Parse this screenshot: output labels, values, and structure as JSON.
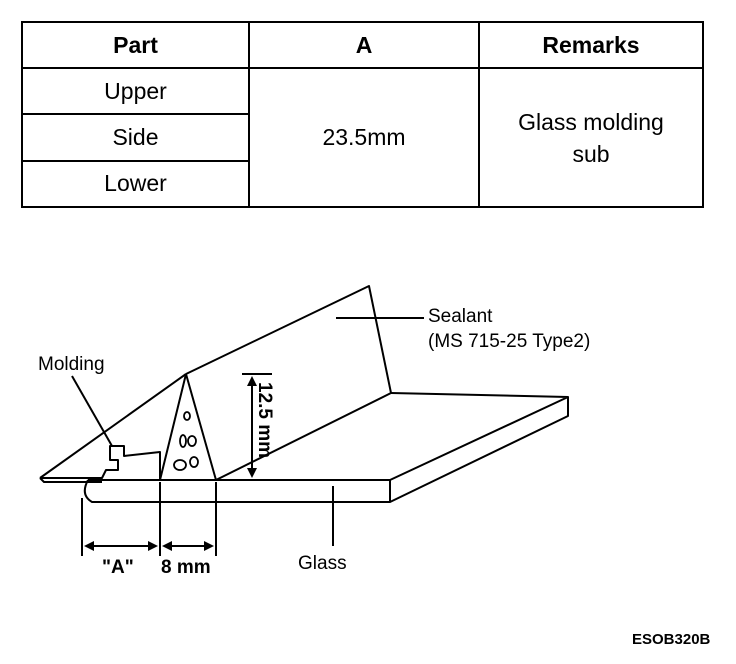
{
  "table": {
    "headers": [
      "Part",
      "A",
      "Remarks"
    ],
    "parts": [
      "Upper",
      "Side",
      "Lower"
    ],
    "value_a": "23.5mm",
    "remarks_line1": "Glass molding",
    "remarks_line2": "sub"
  },
  "diagram": {
    "sealant_label": "Sealant",
    "sealant_spec": "(MS 715-25 Type2)",
    "molding_label": "Molding",
    "glass_label": "Glass",
    "height_dim": "12.5 mm",
    "dim_a": "\"A\"",
    "dim_8": "8 mm",
    "figure_code": "ESOB320B"
  }
}
